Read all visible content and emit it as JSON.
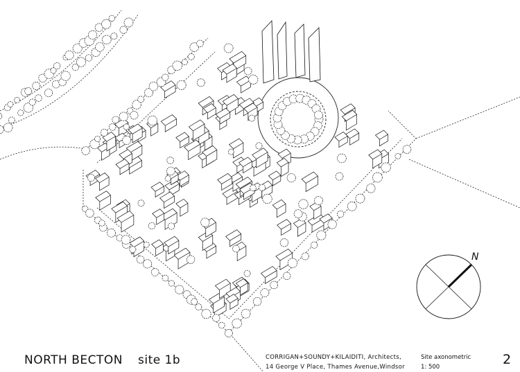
{
  "title": {
    "project": "NORTH BECTON",
    "site": "site 1b"
  },
  "architects": {
    "line1": "CORRIGAN+SOUNDY+KILAIDITI, Architects,",
    "line2": "14 George V Place, Thames Avenue,Windsor"
  },
  "sheet": {
    "type": "Site axonometric",
    "scale": "1: 500",
    "number": "2"
  },
  "north_arrow": {
    "label": "N",
    "icon": "north-arrow-icon"
  },
  "colors": {
    "ink": "#111111",
    "paper": "#ffffff"
  }
}
